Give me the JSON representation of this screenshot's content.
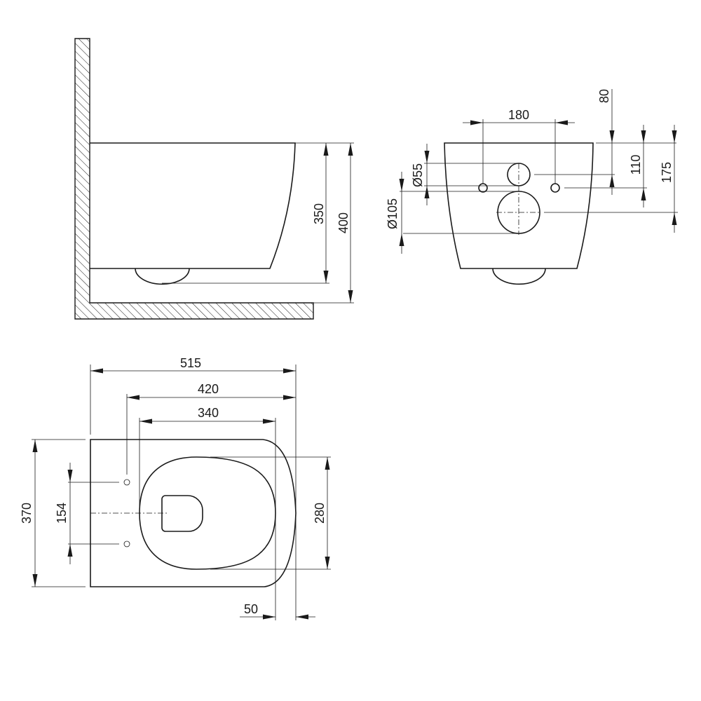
{
  "drawing": {
    "side_view": {
      "height_350": "350",
      "height_400": "400"
    },
    "front_view": {
      "spacing_180": "180",
      "offset_80": "80",
      "offset_110": "110",
      "offset_175": "175",
      "diameter_55": "Ø55",
      "diameter_105": "Ø105"
    },
    "top_view": {
      "length_515": "515",
      "length_420": "420",
      "length_340": "340",
      "width_370": "370",
      "spacing_154": "154",
      "seat_280": "280",
      "overhang_50": "50"
    }
  },
  "colors": {
    "line": "#1a1a1a",
    "background": "#ffffff"
  }
}
